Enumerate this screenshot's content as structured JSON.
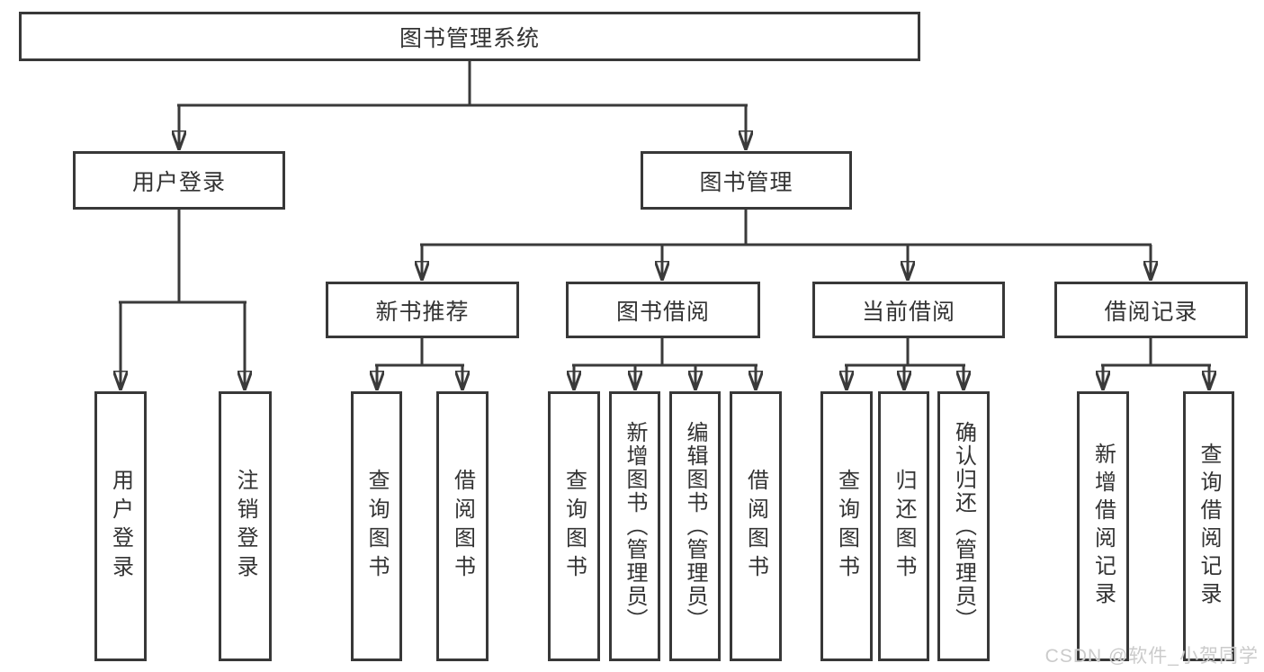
{
  "diagram_title": "图书管理系统",
  "colors": {
    "line": "#3a3a3a",
    "box_border": "#383838",
    "text": "#333333",
    "background": "#ffffff",
    "watermark": "#cbcbcb"
  },
  "nodes": {
    "root": {
      "label": "图书管理系统"
    },
    "user_login": {
      "label": "用户登录"
    },
    "book_management": {
      "label": "图书管理"
    },
    "new_book_recommendation": {
      "label": "新书推荐"
    },
    "book_borrowing": {
      "label": "图书借阅"
    },
    "current_borrowing": {
      "label": "当前借阅"
    },
    "borrowing_records": {
      "label": "借阅记录"
    },
    "leaves": {
      "user_login": {
        "label": "用户登录"
      },
      "logout": {
        "label": "注销登录"
      },
      "query_books_recommend": {
        "label": "查询图书"
      },
      "borrow_books_recommend": {
        "label": "借阅图书"
      },
      "query_books_borrowing": {
        "label": "查询图书"
      },
      "add_books_admin": {
        "label": "新增图书（管理员）"
      },
      "edit_books_admin": {
        "label": "编辑图书（管理员）"
      },
      "borrow_books_borrowing": {
        "label": "借阅图书"
      },
      "query_books_current": {
        "label": "查询图书"
      },
      "return_books": {
        "label": "归还图书"
      },
      "confirm_return_admin": {
        "label": "确认归还（管理员）"
      },
      "add_borrow_record": {
        "label": "新增借阅记录"
      },
      "query_borrow_record": {
        "label": "查询借阅记录"
      }
    }
  },
  "watermark": {
    "text": "CSDN @软件_小贺同学"
  }
}
